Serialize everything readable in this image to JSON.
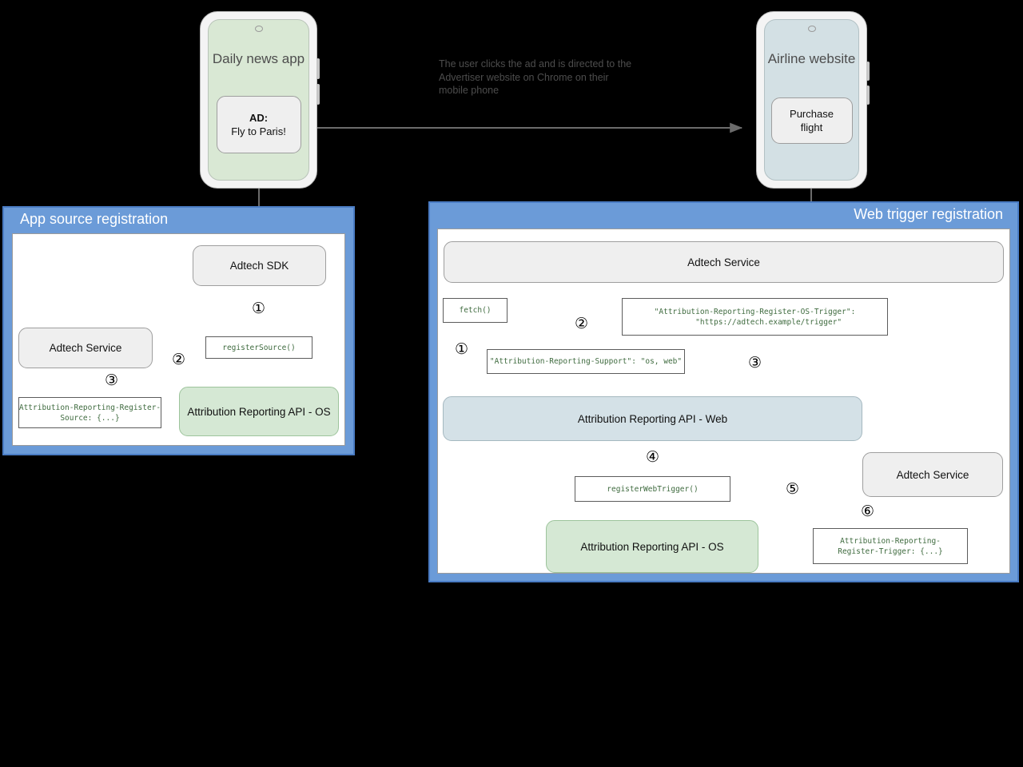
{
  "diagram": {
    "caption": "The user clicks the ad and is directed to the Advertiser website on Chrome on their mobile phone",
    "colors": {
      "panel_blue": "#6b9bd8",
      "node_grey": "#efefef",
      "node_green": "#d5e8d4",
      "node_blue": "#d4e1e7",
      "code_text": "#3f6b3f"
    }
  },
  "phone_left": {
    "title": "Daily news app",
    "card_line1": "AD:",
    "card_line2": "Fly to Paris!"
  },
  "phone_right": {
    "title": "Airline website",
    "card_line1": "Purchase",
    "card_line2": "flight"
  },
  "panel_left": {
    "title": "App source registration",
    "nodes": {
      "sdk": "Adtech SDK",
      "service": "Adtech Service",
      "api_os": "Attribution Reporting API - OS"
    },
    "code": {
      "register_source": "registerSource()",
      "header_register_source": "Attribution-Reporting-Register-\nSource: {...}"
    },
    "steps": [
      "①",
      "②",
      "③"
    ]
  },
  "panel_right": {
    "title": "Web trigger registration",
    "nodes": {
      "service_top": "Adtech Service",
      "api_web": "Attribution Reporting API - Web",
      "api_os": "Attribution Reporting API - OS",
      "service_bottom": "Adtech Service"
    },
    "code": {
      "fetch": "fetch()",
      "register_os_trigger": "\"Attribution-Reporting-Register-OS-Trigger\":\n      \"https://adtech.example/trigger\"",
      "support_header": "\"Attribution-Reporting-Support\": \"os, web\"",
      "register_web_trigger": "registerWebTrigger()",
      "header_register_trigger": "Attribution-Reporting-\nRegister-Trigger: {...}"
    },
    "steps": [
      "①",
      "②",
      "③",
      "④",
      "⑤",
      "⑥"
    ]
  }
}
